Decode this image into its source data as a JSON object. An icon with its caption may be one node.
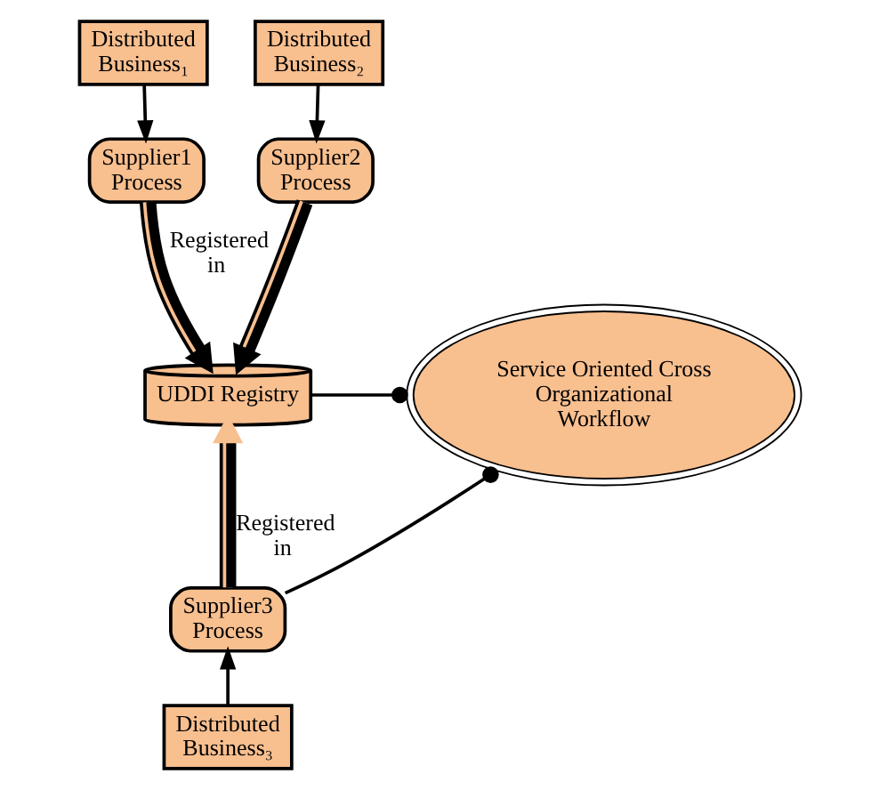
{
  "diagram": {
    "nodes": [
      {
        "text": [
          "Distributed Business₁"
        ]
      },
      {
        "text": [
          "Distributed Business₂"
        ]
      },
      {
        "text": [
          "Supplier1 Process"
        ]
      },
      {
        "text": [
          "Supplier2 Process"
        ]
      },
      {
        "text": [
          "UDDI Registry"
        ]
      },
      {
        "text": [
          "Service Oriented Cross Organizational Workflow"
        ]
      },
      {
        "text": [
          "Supplier3 Process"
        ]
      },
      {
        "text": [
          "Distributed Business₃"
        ]
      }
    ],
    "edges": [
      {
        "from": 0,
        "to": 2,
        "arrow": "to"
      },
      {
        "from": 1,
        "to": 3,
        "arrow": "to"
      },
      {
        "from": 2,
        "to": 4,
        "arrow": "to",
        "style": "thick",
        "label": "Registered in"
      },
      {
        "from": 3,
        "to": 4,
        "arrow": "to",
        "style": "thick"
      },
      {
        "from": 4,
        "to": 5,
        "arrow": "other"
      },
      {
        "from": 6,
        "to": 4,
        "arrow": "to",
        "style": "thick",
        "label": "Registered in"
      },
      {
        "from": 6,
        "to": 5,
        "arrow": "other"
      },
      {
        "from": 7,
        "to": 6,
        "arrow": "to"
      }
    ]
  }
}
